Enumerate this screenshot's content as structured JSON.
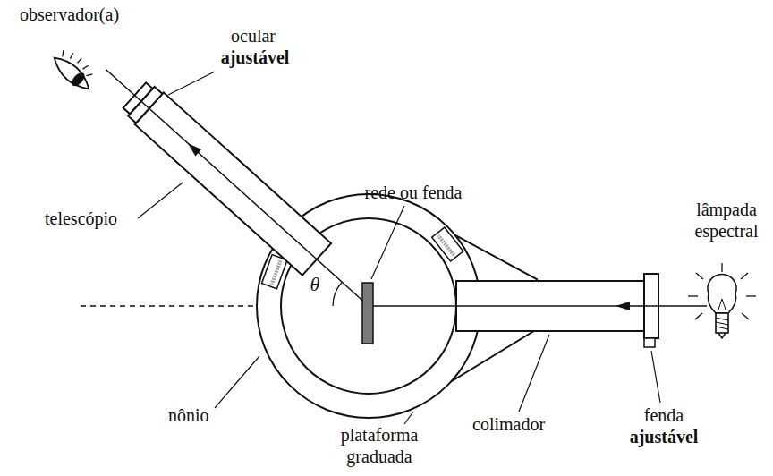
{
  "diagram": {
    "labels": [
      "observador(a)",
      "ocular",
      "ajustável",
      "rede ou fenda",
      "telescópio",
      "lâmpada espectral",
      "θ",
      "nônio",
      "plataforma graduada",
      "colimador",
      "fenda",
      "ajustável"
    ]
  }
}
